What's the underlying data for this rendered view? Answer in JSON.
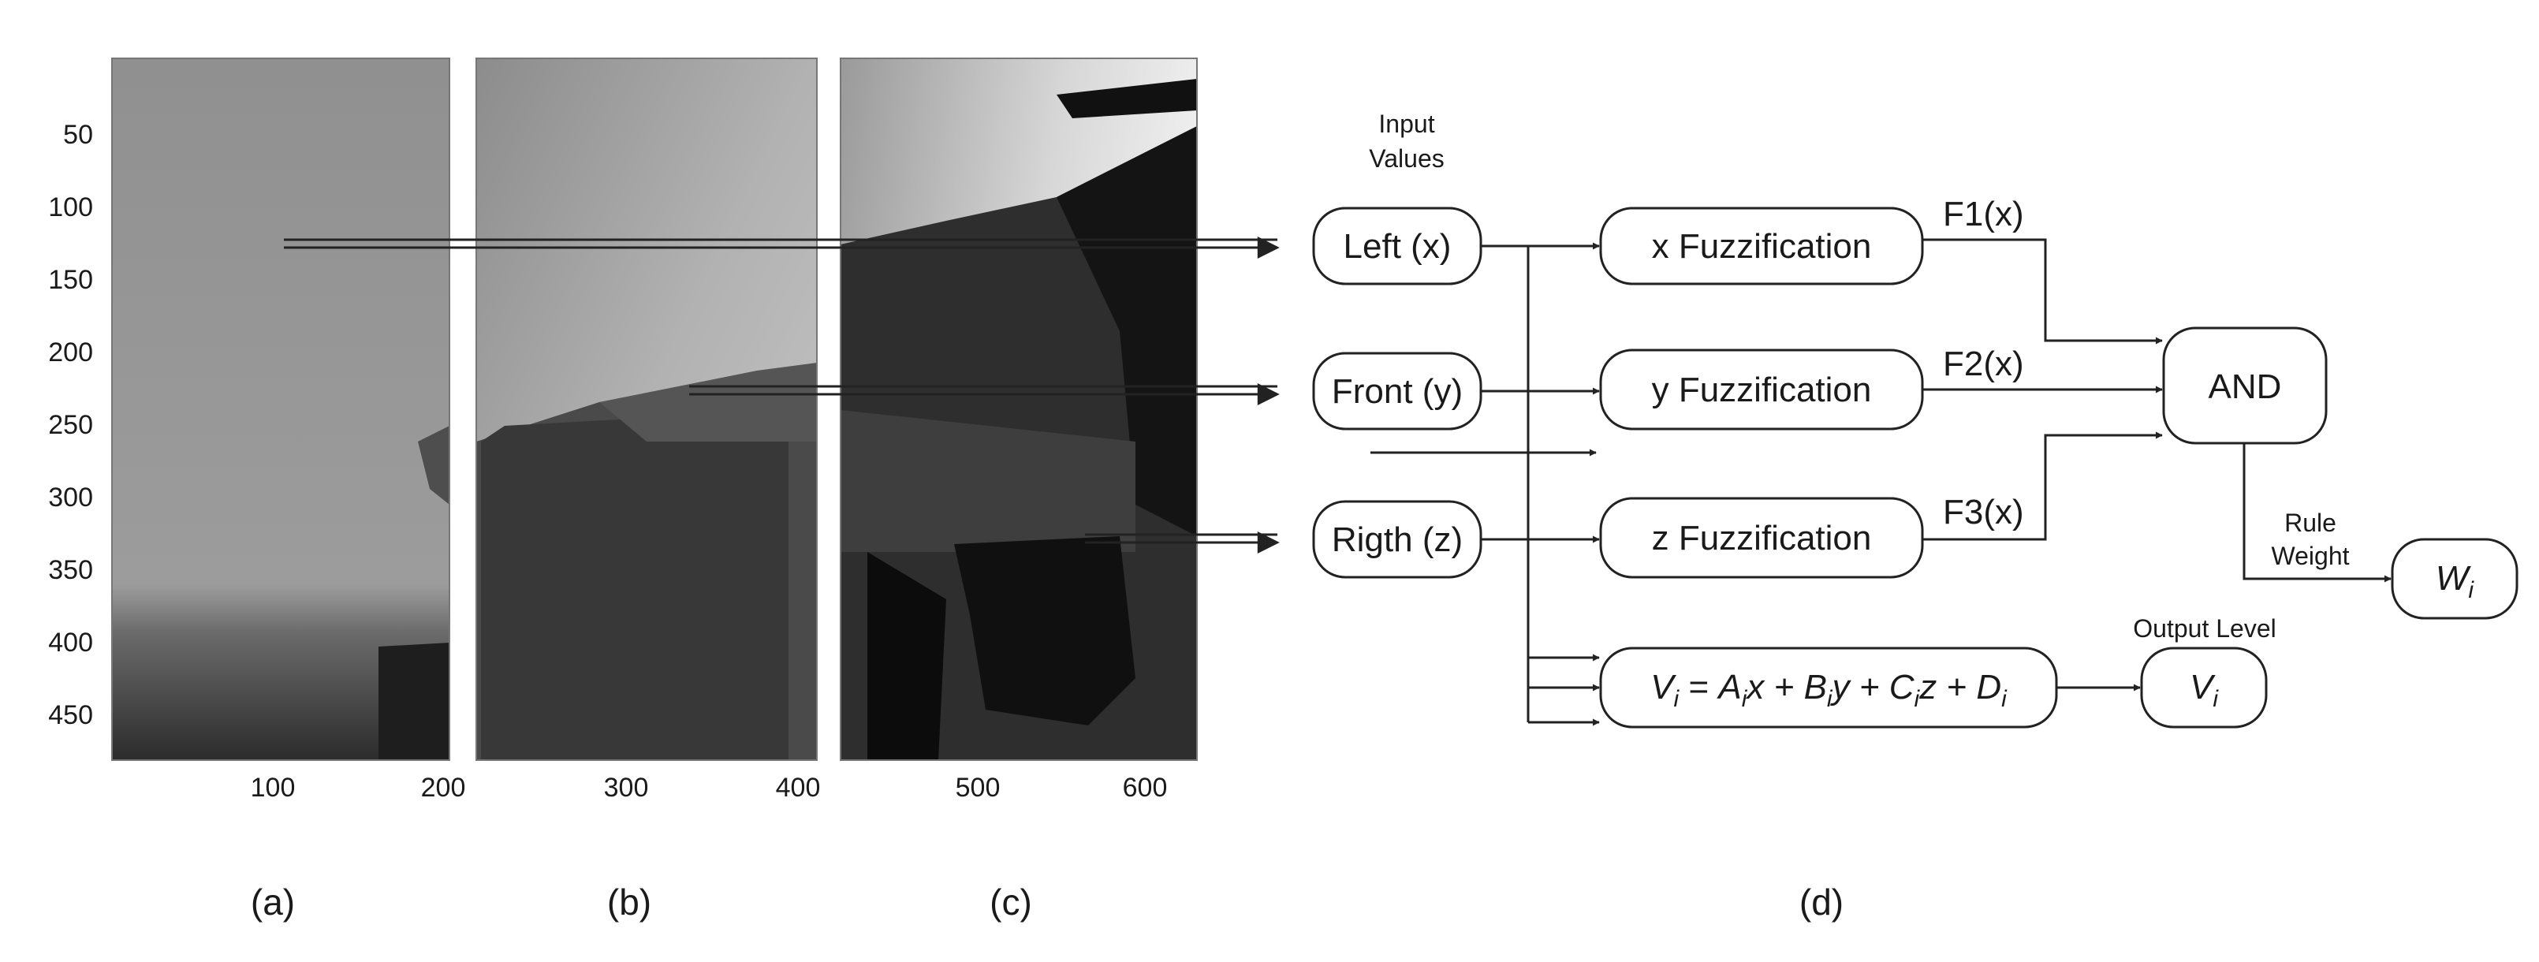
{
  "y_axis": {
    "ticks": [
      "50",
      "100",
      "150",
      "200",
      "250",
      "300",
      "350",
      "400",
      "450"
    ]
  },
  "x_axis": {
    "ticks": [
      "100",
      "200",
      "300",
      "400",
      "500",
      "600"
    ]
  },
  "panels": {
    "a": "(a)",
    "b": "(b)",
    "c": "(c)",
    "d": "(d)"
  },
  "diagram": {
    "input_values_line1": "Input",
    "input_values_line2": "Values",
    "inputs": [
      "Left (x)",
      "Front (y)",
      "Rigth (z)"
    ],
    "fuzzifiers": [
      "x Fuzzification",
      "y Fuzzification",
      "z Fuzzification"
    ],
    "f_labels": [
      "F1(x)",
      "F2(x)",
      "F3(x)"
    ],
    "and_label": "AND",
    "rule_weight_line1": "Rule",
    "rule_weight_line2": "Weight",
    "weight_symbol": "W",
    "weight_sub": "i",
    "equation": {
      "v": "V",
      "i": "i",
      "eq": " = ",
      "a": "A",
      "x": "x + ",
      "b": "B",
      "y": "y + ",
      "c": "C",
      "z": "z + ",
      "d": "D"
    },
    "output_level_label": "Output Level",
    "output_symbol": "V",
    "output_sub": "i"
  },
  "colors": {
    "stroke": "#222222",
    "depth_light": "#b8b8b8",
    "depth_dark": "#111111"
  }
}
